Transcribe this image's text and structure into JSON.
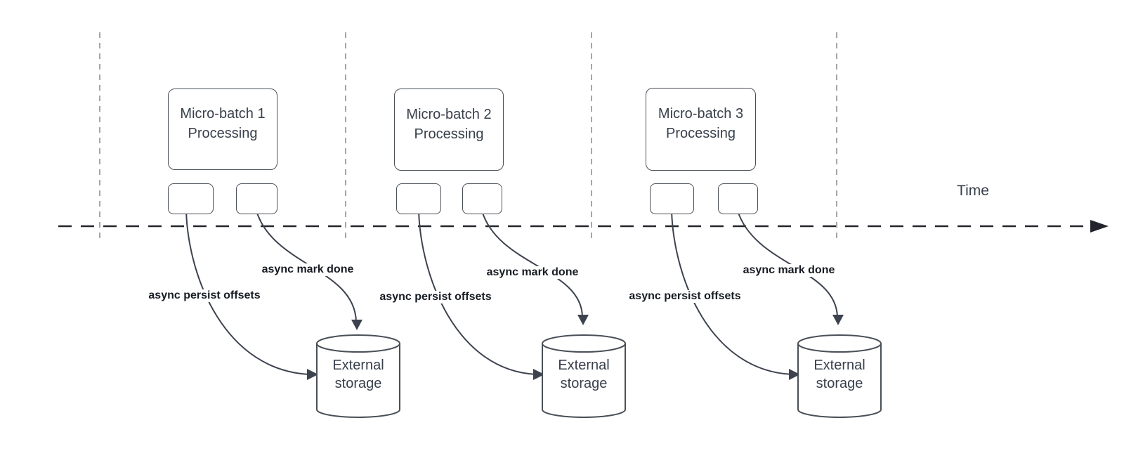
{
  "diagram_title": "micro-batch async offset persistence timeline",
  "timeline": {
    "label": "Time"
  },
  "colors": {
    "background": "#ffffff",
    "timeline_dash": "#22262c",
    "guide_dash": "#a6a6a6",
    "shape_stroke": "#4a5058",
    "arrow_stroke": "#3d434e",
    "shape_text": "#38404c",
    "edge_label_text": "#171b23"
  },
  "groups": [
    {
      "title_line1": "Micro-batch 1",
      "title_line2": "Processing",
      "offsets_label": "async persist offsets",
      "done_label": "async mark done",
      "storage_line1": "External",
      "storage_line2": "storage"
    },
    {
      "title_line1": "Micro-batch 2",
      "title_line2": "Processing",
      "offsets_label": "async persist offsets",
      "done_label": "async mark done",
      "storage_line1": "External",
      "storage_line2": "storage"
    },
    {
      "title_line1": "Micro-batch 3",
      "title_line2": "Processing",
      "offsets_label": "async persist offsets",
      "done_label": "async mark done",
      "storage_line1": "External",
      "storage_line2": "storage"
    }
  ]
}
